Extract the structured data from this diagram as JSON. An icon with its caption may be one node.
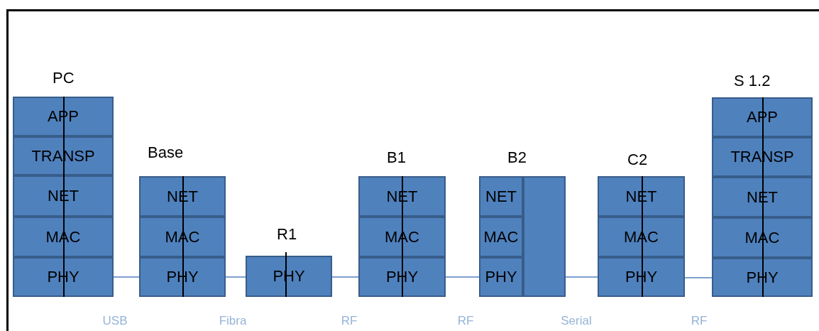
{
  "diagram": {
    "nodes": [
      {
        "text": [
          "PC"
        ]
      },
      {
        "text": [
          "APP"
        ],
        "in": 0
      },
      {
        "text": [
          "TRANSP"
        ],
        "in": 0
      },
      {
        "text": [
          "NET"
        ],
        "in": 0
      },
      {
        "text": [
          "MAC"
        ],
        "in": 0
      },
      {
        "text": [
          "PHY"
        ],
        "in": 0
      },
      {
        "text": [
          "Base"
        ]
      },
      {
        "text": [
          "NET"
        ],
        "in": 6
      },
      {
        "text": [
          "MAC"
        ],
        "in": 6
      },
      {
        "text": [
          "PHY"
        ],
        "in": 6
      },
      {
        "text": [
          "R1"
        ]
      },
      {
        "text": [
          "PHY"
        ],
        "in": 10
      },
      {
        "text": [
          "B1"
        ]
      },
      {
        "text": [
          "NET"
        ],
        "in": 12
      },
      {
        "text": [
          "MAC"
        ],
        "in": 12
      },
      {
        "text": [
          "PHY"
        ],
        "in": 12
      },
      {
        "text": [
          "B2"
        ]
      },
      {
        "text": [
          "NET"
        ],
        "in": 16
      },
      {
        "text": [
          "MAC"
        ],
        "in": 16
      },
      {
        "text": [
          "PHY"
        ],
        "in": 16
      },
      {
        "text": [],
        "shape": "box",
        "in": 16
      },
      {
        "text": [
          "C2"
        ]
      },
      {
        "text": [
          "NET"
        ],
        "in": 21
      },
      {
        "text": [
          "MAC"
        ],
        "in": 21
      },
      {
        "text": [
          "PHY"
        ],
        "in": 21
      },
      {
        "text": [
          "S 1.2"
        ]
      },
      {
        "text": [
          "APP"
        ],
        "in": 25
      },
      {
        "text": [
          "TRANSP"
        ],
        "in": 25
      },
      {
        "text": [
          "NET"
        ],
        "in": 25
      },
      {
        "text": [
          "MAC"
        ],
        "in": 25
      },
      {
        "text": [
          "PHY"
        ],
        "in": 25
      }
    ],
    "edges": [
      {
        "from": 1,
        "to": 2,
        "arrow": "none"
      },
      {
        "from": 2,
        "to": 3,
        "arrow": "none"
      },
      {
        "from": 3,
        "to": 4,
        "arrow": "none"
      },
      {
        "from": 4,
        "to": 5,
        "arrow": "none"
      },
      {
        "from": 7,
        "to": 8,
        "arrow": "none"
      },
      {
        "from": 8,
        "to": 9,
        "arrow": "none"
      },
      {
        "from": 13,
        "to": 14,
        "arrow": "none"
      },
      {
        "from": 14,
        "to": 15,
        "arrow": "none"
      },
      {
        "from": 22,
        "to": 23,
        "arrow": "none"
      },
      {
        "from": 23,
        "to": 24,
        "arrow": "none"
      },
      {
        "from": 26,
        "to": 27,
        "arrow": "none"
      },
      {
        "from": 27,
        "to": 28,
        "arrow": "none"
      },
      {
        "from": 28,
        "to": 29,
        "arrow": "none"
      },
      {
        "from": 29,
        "to": 30,
        "arrow": "none"
      },
      {
        "from": 5,
        "to": 9,
        "arrow": "none",
        "label": "USB",
        "color": "#7f9fcf"
      },
      {
        "from": 9,
        "to": 11,
        "arrow": "none",
        "label": "Fibra",
        "color": "#7f9fcf"
      },
      {
        "from": 11,
        "to": 15,
        "arrow": "none",
        "label": "RF",
        "color": "#7f9fcf"
      },
      {
        "from": 15,
        "to": 19,
        "arrow": "none",
        "label": "RF",
        "color": "#7f9fcf"
      },
      {
        "from": 20,
        "to": 24,
        "arrow": "none",
        "label": "Serial",
        "color": "#7f9fcf"
      },
      {
        "from": 24,
        "to": 30,
        "arrow": "none",
        "label": "RF",
        "color": "#7f9fcf"
      }
    ]
  }
}
